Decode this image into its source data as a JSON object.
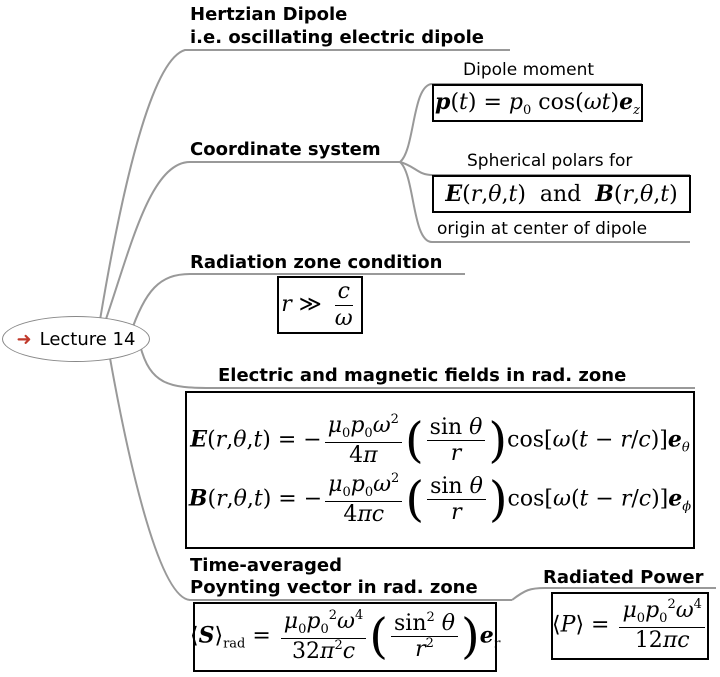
{
  "root": {
    "icon": "arrow-right-icon",
    "label": "Lecture 14"
  },
  "nodes": {
    "hertzian_title": "Hertzian Dipole",
    "hertzian_sub": "i.e. oscillating electric dipole",
    "coordinate": "Coordinate system",
    "dipole_moment": "Dipole moment",
    "spherical": "Spherical polars for",
    "origin": "origin at center of dipole",
    "radiation_zone": "Radiation zone condition",
    "fields": "Electric and magnetic fields in rad. zone",
    "time_avg_1": "Time-averaged",
    "time_avg_2": "Poynting vector in rad. zone",
    "radiated_power": "Radiated Power"
  },
  "colors": {
    "wire": "#999999",
    "accent": "#c0392b"
  }
}
